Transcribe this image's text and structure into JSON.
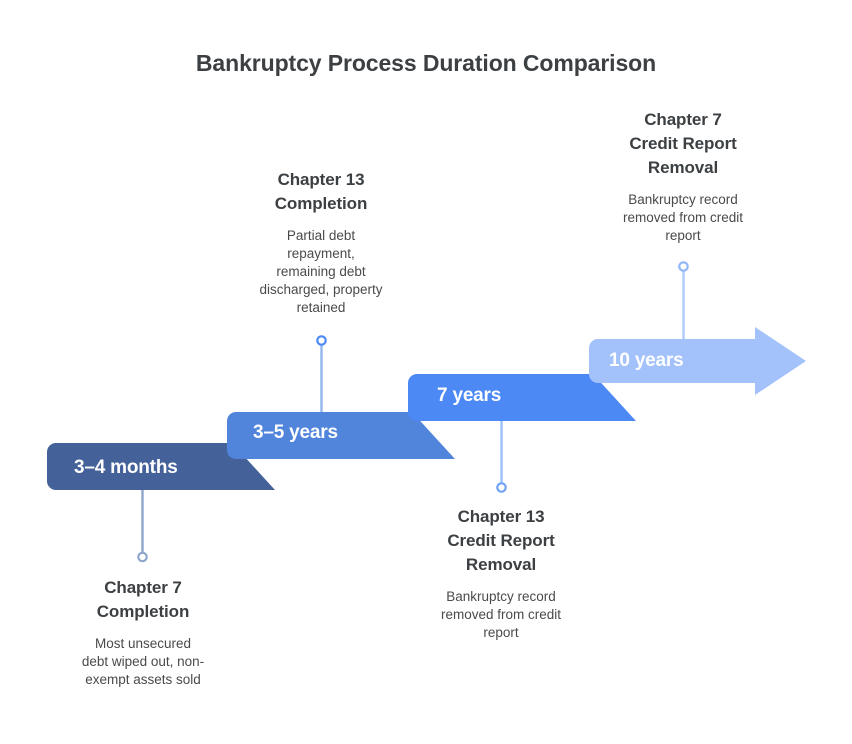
{
  "title": "Bankruptcy Process Duration Comparison",
  "chart_data": {
    "type": "bar",
    "title": "Bankruptcy Process Duration Comparison",
    "xlabel": "",
    "ylabel": "",
    "orientation": "ascending-chevron-timeline",
    "categories": [
      "Chapter 7 Completion",
      "Chapter 13 Completion",
      "Chapter 13 Credit Report Removal",
      "Chapter 7 Credit Report Removal"
    ],
    "value_labels": [
      "3–4 months",
      "3–5 years",
      "7 years",
      "10 years"
    ],
    "values_years": [
      0.29,
      4,
      7,
      10
    ],
    "colors": [
      "#446199",
      "#5185DC",
      "#4C89F5",
      "#A3C2FB"
    ],
    "annotations": [
      "Most unsecured debt wiped out, non-exempt assets sold",
      "Partial debt repayment, remaining debt discharged, property retained",
      "Bankruptcy record removed from credit report",
      "Bankruptcy record removed from credit report"
    ],
    "grid": false,
    "legend": "none"
  },
  "steps": [
    {
      "value_label": "3–4 months",
      "color": "#446199",
      "connector_color": "#8FA6CB",
      "callout_title_line1": "Chapter 7",
      "callout_title_line2": "Completion",
      "desc_line1": "Most unsecured",
      "desc_line2": "debt wiped out, non-",
      "desc_line3": "exempt assets sold",
      "callout_position": "below"
    },
    {
      "value_label": "3–5 years",
      "color": "#5185DC",
      "connector_color": "#93B6EE",
      "callout_title_line1": "Chapter 13",
      "callout_title_line2": "Completion",
      "desc_line1": "Partial debt",
      "desc_line2": "repayment,",
      "desc_line3": "remaining debt",
      "desc_line4": "discharged, property",
      "desc_line5": "retained",
      "callout_position": "above"
    },
    {
      "value_label": "7 years",
      "color": "#4C89F5",
      "connector_color": "#9CC0F9",
      "callout_title_line1": "Chapter 13",
      "callout_title_line2": "Credit Report",
      "callout_title_line3": "Removal",
      "desc_line1": "Bankruptcy record",
      "desc_line2": "removed from credit",
      "desc_line3": "report",
      "callout_position": "below"
    },
    {
      "value_label": "10 years",
      "color": "#A3C2FB",
      "connector_color": "#AFCBFB",
      "callout_title_line1": "Chapter 7",
      "callout_title_line2": "Credit Report",
      "callout_title_line3": "Removal",
      "desc_line1": "Bankruptcy record",
      "desc_line2": "removed from credit",
      "desc_line3": "report",
      "callout_position": "above"
    }
  ]
}
